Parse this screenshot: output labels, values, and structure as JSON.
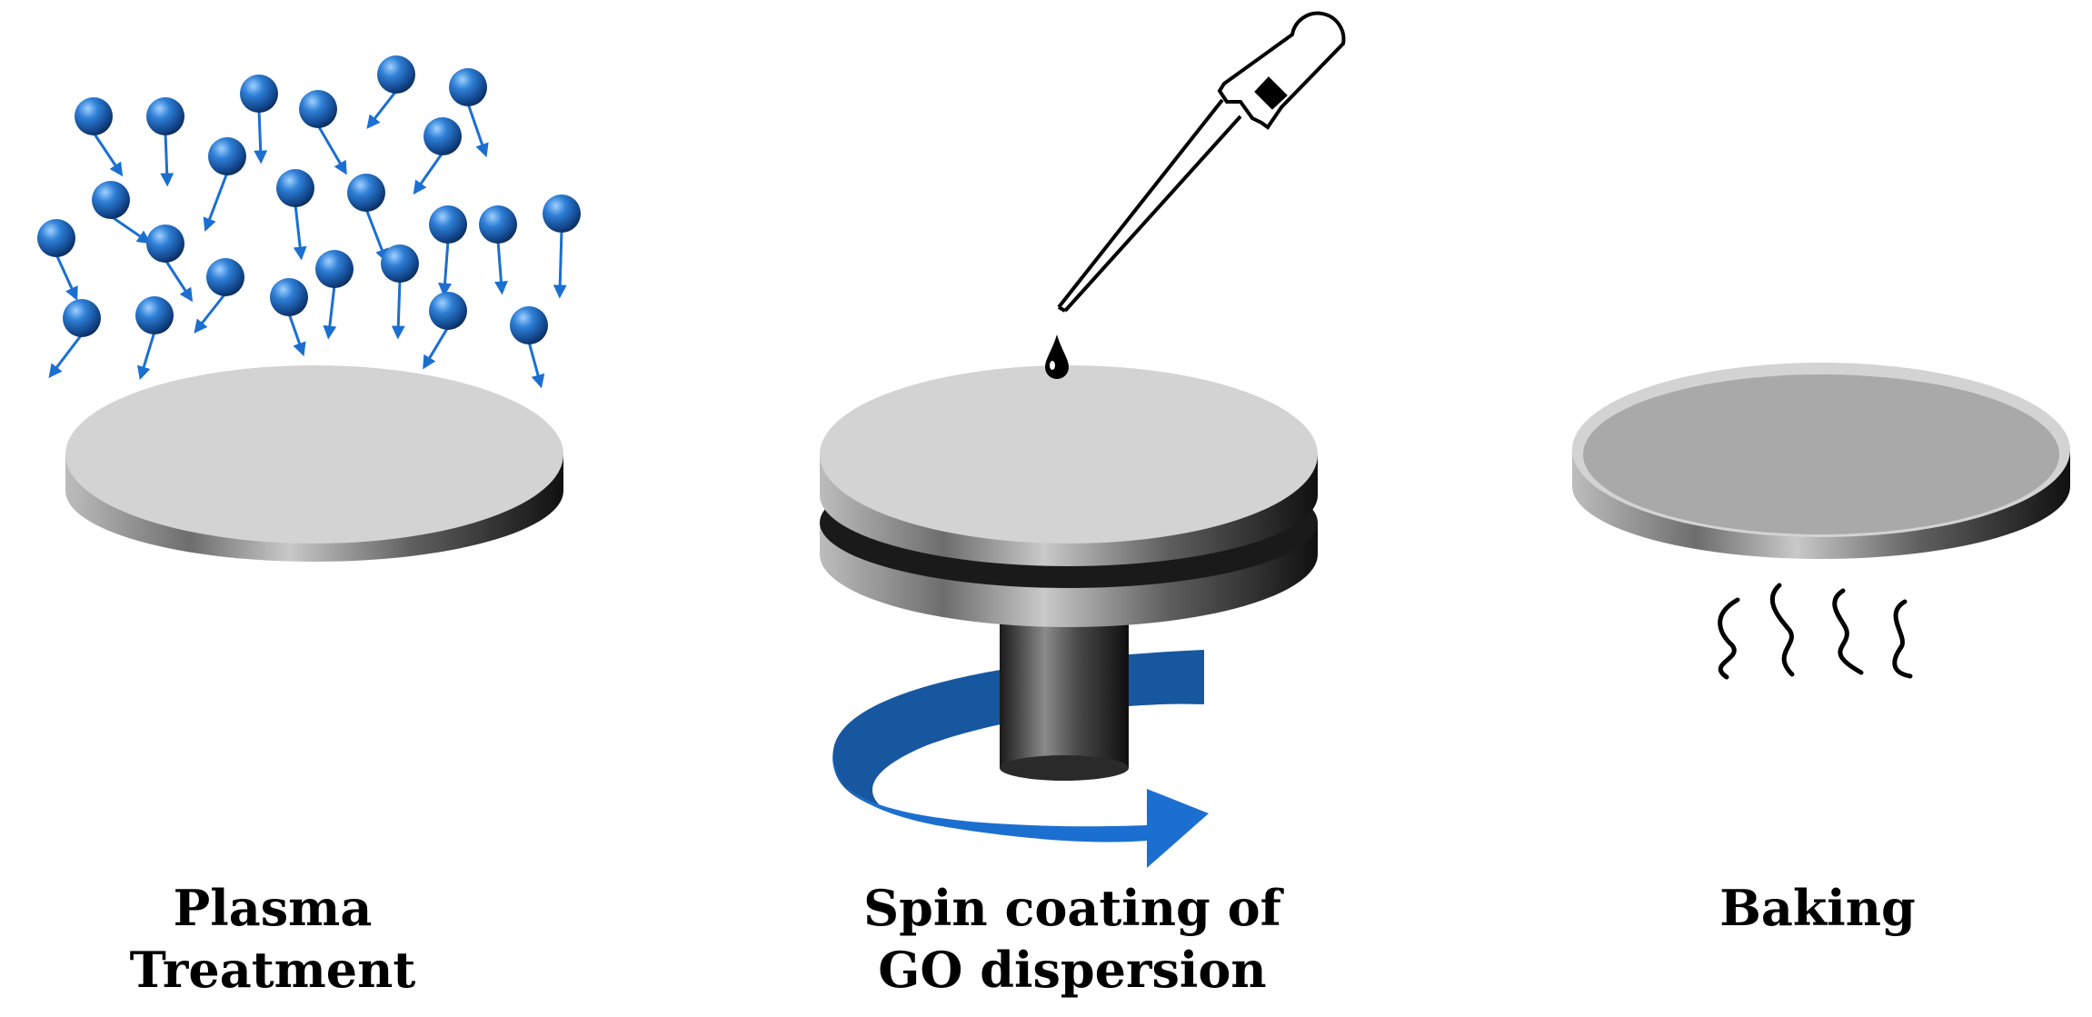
{
  "steps": [
    {
      "id": "plasma",
      "label_lines": [
        "Plasma",
        "Treatment"
      ]
    },
    {
      "id": "spin",
      "label_lines": [
        "Spin coating of",
        "GO dispersion"
      ]
    },
    {
      "id": "baking",
      "label_lines": [
        "Baking"
      ]
    }
  ],
  "colors": {
    "particle": "#1f5fa8",
    "arrow": "#1b6fd0",
    "disc_top": "#d3d3d3",
    "baked_top": "#a9a9a9",
    "dark": "#111111"
  },
  "icons": [
    "plasma-particle-icon",
    "pipette-icon",
    "droplet-icon",
    "rotation-arrow-icon",
    "heat-wave-icon"
  ]
}
